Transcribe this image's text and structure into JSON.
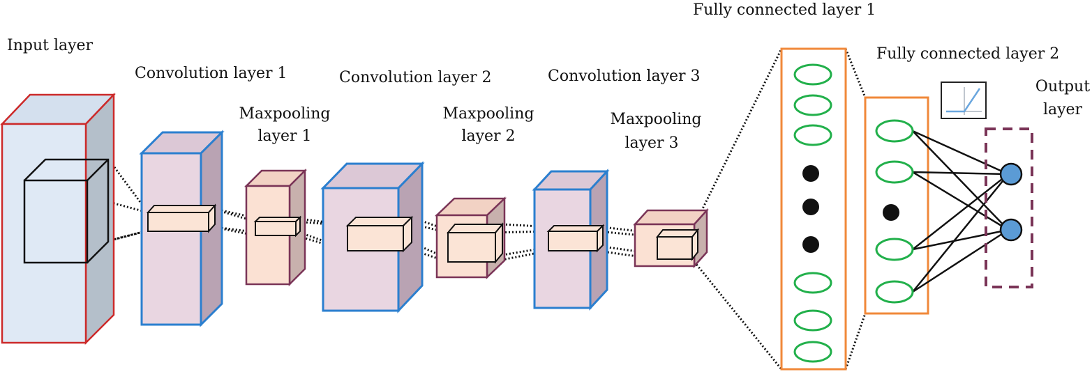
{
  "labels": {
    "input_layer": "Input layer",
    "conv1": "Convolution layer 1",
    "maxpool1_line1": "Maxpooling",
    "maxpool1_line2": "layer 1",
    "conv2": "Convolution layer 2",
    "maxpool2_line1": "Maxpooling",
    "maxpool2_line2": "layer 2",
    "conv3": "Convolution layer 3",
    "maxpool3_line1": "Maxpooling",
    "maxpool3_line2": "layer 3",
    "fc1": "Fully connected layer 1",
    "fc2": "Fully connected layer 2",
    "output_line1": "Output",
    "output_line2": "layer"
  },
  "colors": {
    "input_edge": "#cc2a2a",
    "input_front": "#dfe9f5",
    "input_side": "#b4bfca",
    "conv_edge": "#2b7fcf",
    "conv_fill": "#e9d6e1",
    "conv_side": "#b9a3b3",
    "pool_edge": "#7a3457",
    "pool_fill": "#fbe1d3",
    "pool_side": "#c8b1ad",
    "fc_edge": "#f0883a",
    "neuron_edge": "#22b04b",
    "output_edge": "#7a3457",
    "output_node": "#5b9bd5"
  },
  "icons": {
    "activation": "relu-graph-icon"
  }
}
